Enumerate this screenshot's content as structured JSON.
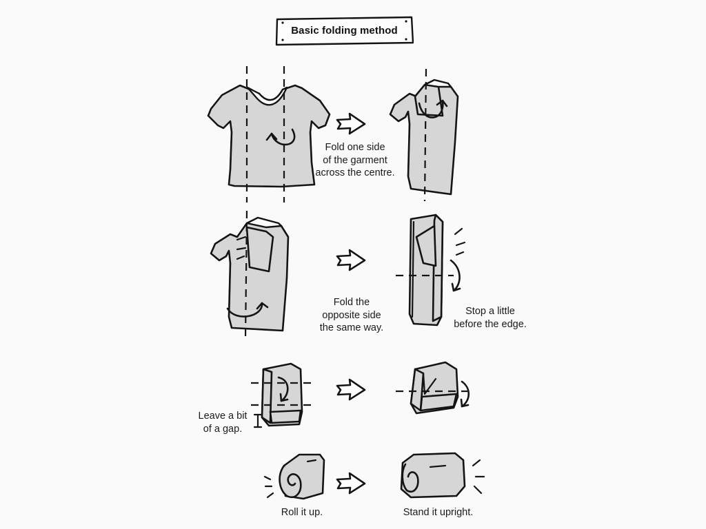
{
  "page": {
    "title": "Basic folding method",
    "background_color": "#fafafa",
    "ink_color": "#141414",
    "garment_fill_color": "#d6d6d6"
  },
  "steps": [
    {
      "id": "step-1",
      "illustration": "t-shirt-flat-front-view",
      "annotation": "curved-fold-arrow",
      "fold_lines": 2,
      "caption": "Fold one side\nof the garment\nacross the centre.",
      "connector": "right-arrow"
    },
    {
      "id": "step-2",
      "illustration": "t-shirt-one-side-folded",
      "annotation": "curved-fold-arrow",
      "fold_lines": 1,
      "caption": "Fold the\nopposite side\nthe same way.",
      "connector": "right-arrow"
    },
    {
      "id": "step-3",
      "illustration": "t-shirt-both-sides-folded",
      "annotation": "curved-fold-arrow",
      "fold_lines": 1,
      "caption": "Stop a little\nbefore the edge.",
      "connector": null
    },
    {
      "id": "step-4",
      "illustration": "folded-bundle-tall",
      "annotation": "gap-measure-mark",
      "fold_lines": 2,
      "caption": "Leave a bit\nof a gap.",
      "connector": "right-arrow"
    },
    {
      "id": "step-5",
      "illustration": "folded-bundle-short",
      "annotation": "rotation-arrow",
      "fold_lines": 1,
      "caption": "",
      "connector": null
    },
    {
      "id": "step-6",
      "illustration": "rolled-bundle-on-side",
      "annotation": "sparkle-lines",
      "caption": "Roll it up.",
      "connector": "right-arrow"
    },
    {
      "id": "step-7",
      "illustration": "rolled-bundle-upright",
      "annotation": "sparkle-lines",
      "caption": "Stand it upright.",
      "connector": null
    }
  ]
}
